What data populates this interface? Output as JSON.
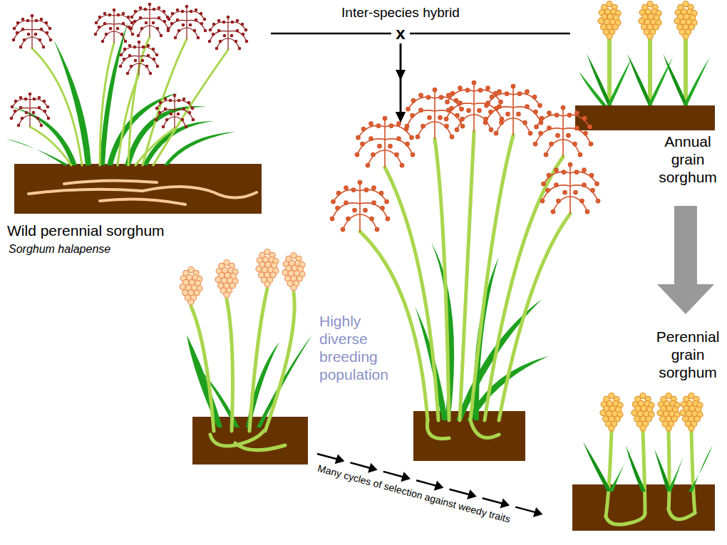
{
  "diagram": {
    "nodes": [
      {
        "text": [
          "Wild perennial sorghum",
          "Sorghum halapense"
        ]
      },
      {
        "text": [
          "Annual grain sorghum"
        ]
      },
      {
        "text": [
          "Highly diverse breeding population",
          "Many cycles of selection against weedy traits"
        ]
      },
      {
        "text": [
          "Perennial grain sorghum"
        ]
      }
    ],
    "edges": [
      {
        "from": 0,
        "to": 2,
        "arrow": "to"
      },
      {
        "from": 1,
        "to": 2,
        "arrow": "to"
      },
      {
        "from": 1,
        "to": 3,
        "arrow": "to"
      }
    ],
    "labels": [
      "Inter-species hybrid",
      "x"
    ]
  }
}
